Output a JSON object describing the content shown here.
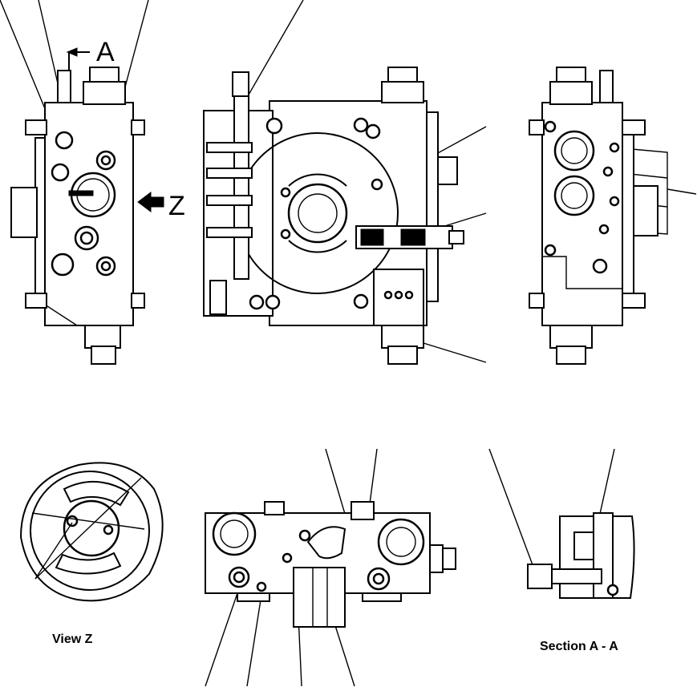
{
  "labels": {
    "section_letter_top": "A",
    "section_letter_bottom": "A",
    "view_letter": "Z",
    "view_z_caption": "View Z",
    "section_caption": "Section A - A"
  },
  "colors": {
    "ink": "#000000",
    "paper": "#ffffff"
  }
}
